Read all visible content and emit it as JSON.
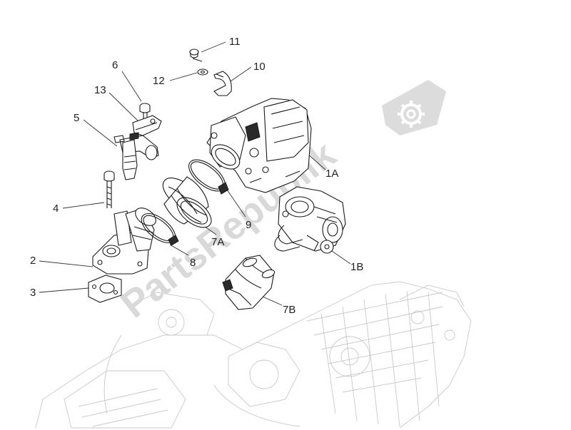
{
  "watermark": {
    "text": "PartsRepublik",
    "color": "#d9d9d9"
  },
  "watermark_icon": "gear-icon",
  "callouts": {
    "c1A": "1A",
    "c1B": "1B",
    "c2": "2",
    "c3": "3",
    "c4": "4",
    "c5": "5",
    "c6": "6",
    "c7A": "7A",
    "c7B": "7B",
    "c8": "8",
    "c9": "9",
    "c10": "10",
    "c11": "11",
    "c12": "12",
    "c13": "13"
  }
}
